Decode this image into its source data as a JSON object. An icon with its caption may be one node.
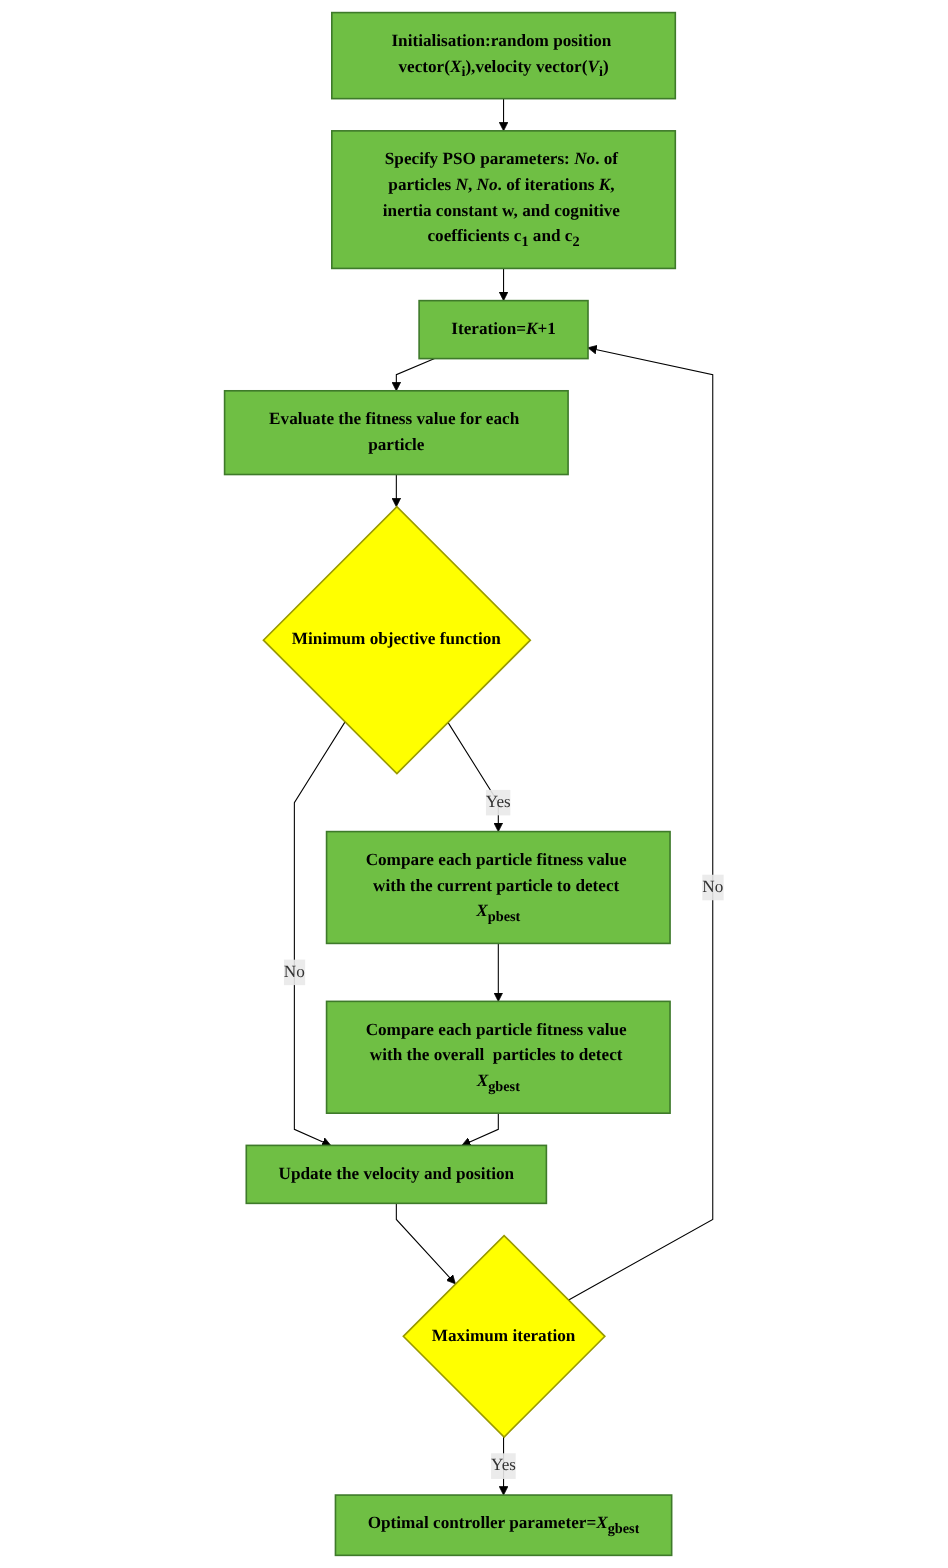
{
  "diagram": {
    "nodes": [
      {
        "text": [
          "Initialisation:random position vector(*X*$_{i}$),velocity vector(*V*$_{i}$)"
        ]
      },
      {
        "text": [
          "Specify PSO parameters: *No*. of particles *N*, *No*. of iterations *K*, inertia constant w, and cognitive coefficients c$_{1}$ and c$_{2}$"
        ]
      },
      {
        "text": [
          "Iteration=*K*+1"
        ]
      },
      {
        "text": [
          "Evaluate the fitness value for each particle"
        ]
      },
      {
        "text": [
          "Minimum objective function"
        ]
      },
      {
        "text": [
          "Compare each particle fitness value with the current particle to detect *X*$_{pbest}$"
        ]
      },
      {
        "text": [
          "Compare each particle fitness value with the overall  particles to detect *X*$_{gbest}$"
        ]
      },
      {
        "text": [
          "Update the velocity and position"
        ]
      },
      {
        "text": [
          "Maximum iteration"
        ]
      },
      {
        "text": [
          "Optimal controller parameter=*X*$_{gbest}$"
        ]
      }
    ],
    "edges": [
      {
        "from": 0,
        "to": 1,
        "arrow": "to"
      },
      {
        "from": 1,
        "to": 2,
        "arrow": "to"
      },
      {
        "from": 2,
        "to": 3,
        "arrow": "to"
      },
      {
        "from": 3,
        "to": 4,
        "arrow": "to"
      },
      {
        "from": 4,
        "to": 5,
        "arrow": "to",
        "label": "Yes"
      },
      {
        "from": 4,
        "to": 7,
        "arrow": "to",
        "label": "No"
      },
      {
        "from": 5,
        "to": 6,
        "arrow": "to"
      },
      {
        "from": 6,
        "to": 7,
        "arrow": "to"
      },
      {
        "from": 7,
        "to": 8,
        "arrow": "to"
      },
      {
        "from": 8,
        "to": 2,
        "arrow": "to",
        "label": "No"
      },
      {
        "from": 8,
        "to": 9,
        "arrow": "to",
        "label": "Yes"
      }
    ]
  }
}
